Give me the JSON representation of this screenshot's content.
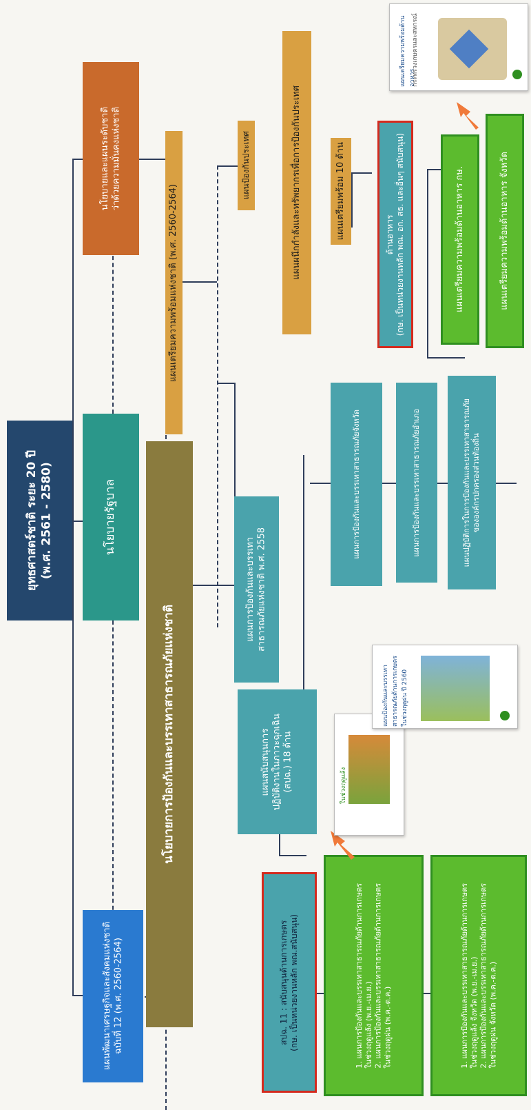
{
  "nodes": {
    "root": "ยุทธศาสตร์ชาติ ระยะ 20 ปี\n(พ.ศ. 2561 - 2580)",
    "socio_plan": "แผนพัฒนาเศรษฐกิจและสังคมแห่งชาติ\nฉบับที่ 12 (พ.ศ. 2560-2564)",
    "gov_policy": "นโยบายรัฐบาล",
    "security_policy": "นโยบายและแผนระดับชาติ\nว่าด้วยความมั่นคงแห่งชาติ",
    "disaster_policy": "นโยบายการป้องกันและบรรเทาสาธารณภัยแห่งชาติ",
    "readiness_plan": "แผนเตรียมความพร้อมแห่งชาติ (พ.ศ. 2560-2564)",
    "disaster_plan": "แผนการป้องกันและบรรเทา\nสาธารณภัยแห่งชาติ พ.ศ. 2558",
    "defense_plan": "แผนป้องกันประเทศ",
    "mobilize_plan": "แผนผนึกกำลังและทรัพยากรเพื่อการป้องกันประเทศ",
    "ready10_plan": "แผนเตรียมพร้อม 10 ด้าน",
    "support_plan": "แผนสนับสนุนการ\nปฏิบัติงานในภาวะฉุกเฉิน\n(สปฉ.) 18 ด้าน",
    "provincial_plan": "แผนการป้องกันและบรรเทาสาธารณภัยจังหวัด",
    "district_plan": "แผนการป้องกันและบรรเทาสาธารณภัยอำเภอ",
    "local_plan": "แผนปฏิบัติการในการป้องกันและบรรเทาสาธารณภัย\nขององค์กรปกครองส่วนท้องถิ่น",
    "food_side": "ด้านอาหาร\n(กษ. เป็นหน่วยงานหลัก พณ. อก. สธ. และอื่นๆ สนับสนุน)",
    "agri_support": "สปฉ. 11 : สนับสนุนด้านการเกษตร\n(กษ. เป็นหน่วยงานหลัก พณ.สนับสนุน)",
    "food_ready_moac": "แผนเตรียมความพร้อมด้านอาหาร กษ.",
    "food_ready_province": "แผนเตรียมความพร้อมด้านอาหาร จังหวัด",
    "agri_national_list": "1. แผนการป้องกันและบรรเทาสาธารณภัยด้านการเกษตร\nในช่วงฤดูแล้ง (พ.ย.-เม.ย.)\n2. แผนการป้องกันและบรรเทาสาธารณภัยด้านการเกษตร\nในช่วงฤดูฝน (พ.ค.-ต.ค.)",
    "agri_province_list": "1. แผนการป้องกันและบรรเทาสาธารณภัยด้านการเกษตร\nในช่วงฤดูแล้ง จังหวัด (พ.ย.-เม.ย.)\n2. แผนการป้องกันและบรรเทาสาธารณภัยด้านการเกษตร\nในช่วงฤดูฝน จังหวัด (พ.ค.-ต.ค.)"
  },
  "thumbnails": {
    "food_doc_title": "แผนเตรียมความพร้อมด้านอาหาร",
    "food_doc_org": "กระทรวงเกษตรและสหกรณ์",
    "drought_doc_title": "ในช่วงฤดูแล้ง",
    "rain_doc_title": "แผนป้องกันและบรรเทาสาธารณภัยด้านการเกษตร ในช่วงฤดูฝน ปี 2560"
  },
  "colors": {
    "navy": "#24476d",
    "blue": "#2a7ad0",
    "teal": "#2b978a",
    "olive": "#8a7b3e",
    "orange_brown": "#c96a2c",
    "gold": "#d9a042",
    "green": "#5cbb2e",
    "red_border": "#d42a1e",
    "arrow": "#f07a3a"
  }
}
